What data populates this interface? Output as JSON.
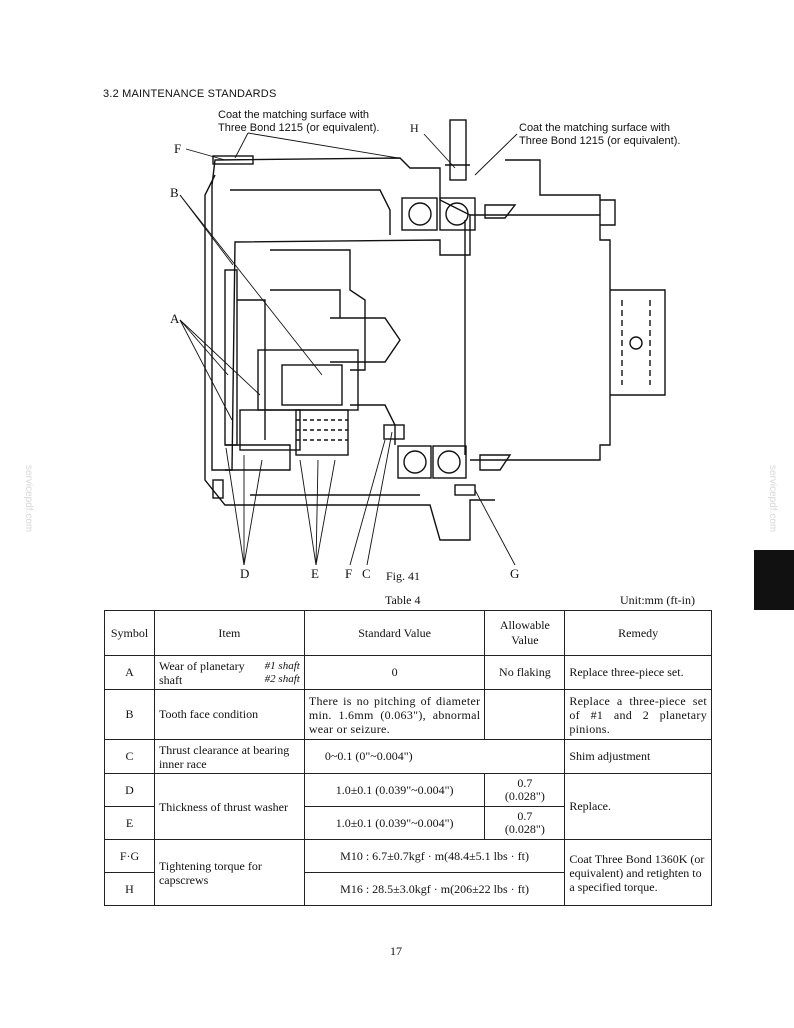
{
  "section_title": "3.2 MAINTENANCE STANDARDS",
  "diagram": {
    "callout_left": "Coat the matching surface with\nThree Bond 1215 (or equivalent).",
    "callout_right": "Coat the matching surface with\nThree Bond 1215 (or equivalent).",
    "callout_left_line1": "Coat the matching surface with",
    "callout_left_line2": "Three Bond 1215 (or equivalent).",
    "callout_right_line1": "Coat the matching surface with",
    "callout_right_line2": "Three Bond 1215 (or equivalent).",
    "letters": {
      "F_top": "F",
      "H": "H",
      "B": "B",
      "A": "A",
      "D": "D",
      "E": "E",
      "F_bottom": "F",
      "C": "C",
      "G": "G"
    },
    "figure_caption": "Fig. 41"
  },
  "table": {
    "caption": "Table 4",
    "unit_note": "Unit:mm (ft-in)",
    "headers": {
      "symbol": "Symbol",
      "item": "Item",
      "standard_value": "Standard Value",
      "allowable_value": "Allowable Value",
      "remedy": "Remedy"
    },
    "rows": {
      "A": {
        "symbol": "A",
        "item": "Wear of planetary shaft",
        "item_sub1": "#1 shaft",
        "item_sub2": "#2 shaft",
        "standard": "0",
        "allowable": "No flaking",
        "remedy": "Replace three-piece set."
      },
      "B": {
        "symbol": "B",
        "item": "Tooth face condition",
        "standard": "There is no pitching of diameter min. 1.6mm (0.063\"), abnormal wear or seizure.",
        "remedy": "Replace a three-piece set of #1 and 2 planetary pinions."
      },
      "C": {
        "symbol": "C",
        "item": "Thrust clearance at bearing inner race",
        "standard": "0~0.1 (0\"~0.004\")",
        "remedy": "Shim adjustment"
      },
      "D": {
        "symbol": "D",
        "item": "Thickness of thrust washer",
        "standard": "1.0±0.1 (0.039\"~0.004\")",
        "allowable_line1": "0.7",
        "allowable_line2": "(0.028\")",
        "remedy": "Replace."
      },
      "E": {
        "symbol": "E",
        "standard": "1.0±0.1 (0.039\"~0.004\")",
        "allowable_line1": "0.7",
        "allowable_line2": "(0.028\")"
      },
      "FG": {
        "symbol": "F·G",
        "item": "Tightening torque for capscrews",
        "standard": "M10 : 6.7±0.7kgf · m(48.4±5.1 lbs · ft)",
        "remedy": "Coat Three Bond 1360K (or equivalent) and retighten to a specified torque."
      },
      "H": {
        "symbol": "H",
        "standard": "M16 : 28.5±3.0kgf · m(206±22 lbs · ft)"
      }
    }
  },
  "page_number": "17",
  "watermark": "servicepdf.com"
}
